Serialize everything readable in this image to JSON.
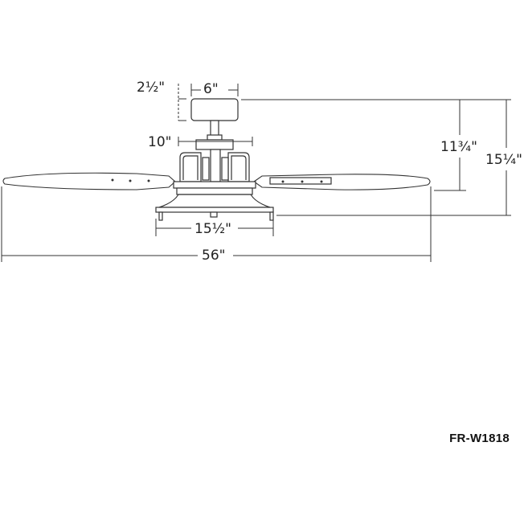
{
  "drawing": {
    "model_number": "FR-W1818",
    "dimensions": {
      "canopy_height": "2½\"",
      "canopy_width": "6\"",
      "housing_width": "10\"",
      "light_width": "15½\"",
      "blade_span": "56\"",
      "blade_to_ceiling": "11¾\"",
      "overall_height": "15¼\""
    }
  }
}
